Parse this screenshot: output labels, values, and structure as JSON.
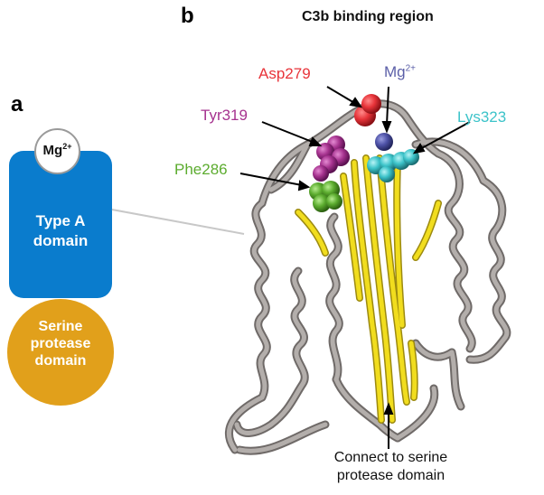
{
  "panels": {
    "a": "a",
    "b": "b"
  },
  "title": "C3b binding region",
  "schematic": {
    "mg": "Mg",
    "mg_charge": "2+",
    "type_a_line1": "Type A",
    "type_a_line2": "domain",
    "serine_line1": "Serine",
    "serine_line2": "protease",
    "serine_line3": "domain"
  },
  "residues": {
    "asp": "Asp279",
    "mg": "Mg",
    "mg_charge": "2+",
    "tyr": "Tyr319",
    "lys": "Lys323",
    "phe": "Phe286"
  },
  "connect_line1": "Connect to serine",
  "connect_line2": "protease domain",
  "colors": {
    "type_a": "#0a7ccd",
    "serine": "#e1a01b",
    "asp": "#e8343a",
    "mg": "#5b5fa8",
    "tyr": "#a6338f",
    "lys": "#3cc3c9",
    "phe": "#5cac2f",
    "strand": "#f1dd1e",
    "ribbon": "#9b9593"
  }
}
